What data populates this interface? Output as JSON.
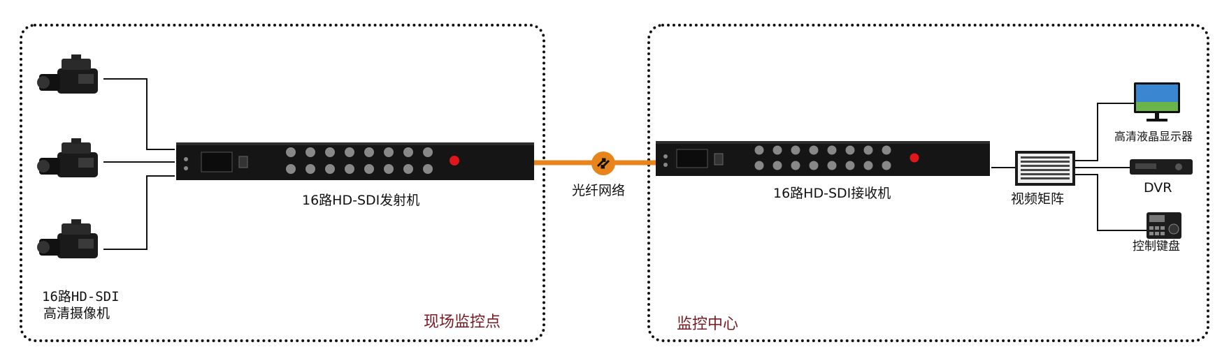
{
  "zones": {
    "left_label": "现场监控点",
    "right_label": "监控中心"
  },
  "cameras": {
    "caption_line1": "16路HD-SDI",
    "caption_line2": "高清摄像机",
    "count": 3
  },
  "transmitter": {
    "caption": "16路HD-SDI发射机"
  },
  "receiver": {
    "caption": "16路HD-SDI接收机"
  },
  "fiber": {
    "caption": "光纤网络",
    "color": "#e8841c"
  },
  "matrix": {
    "caption": "视频矩阵"
  },
  "outputs": {
    "monitor": "高清液晶显示器",
    "dvr": "DVR",
    "keyboard": "控制键盘"
  },
  "colors": {
    "zone_label": "#7a1a22",
    "device_body": "#151515",
    "power_button": "#e0161b"
  }
}
